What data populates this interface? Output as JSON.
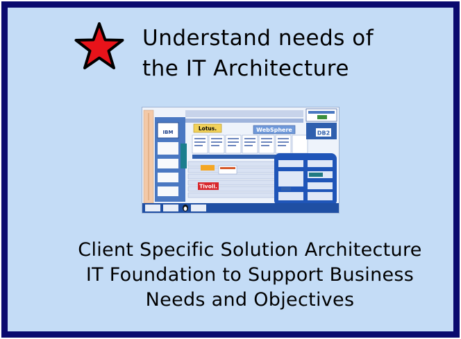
{
  "headline": {
    "line1": "Understand needs of",
    "line2": "the IT Architecture"
  },
  "footer": {
    "line1": "Client Specific Solution Architecture",
    "line2": "IT Foundation to Support Business",
    "line3": "Needs and Objectives"
  },
  "diagram": {
    "labels": {
      "lotus": "Lotus.",
      "websphere": "WebSphere",
      "db2": "DB2",
      "tivoli": "Tivoli.",
      "ibm": "IBM"
    }
  },
  "colors": {
    "frame": "#0a0a6e",
    "background": "#c4dcf6",
    "star_fill": "#e8131a",
    "star_outline": "#000000"
  },
  "icons": [
    "star-icon",
    "linux-penguin-icon"
  ]
}
